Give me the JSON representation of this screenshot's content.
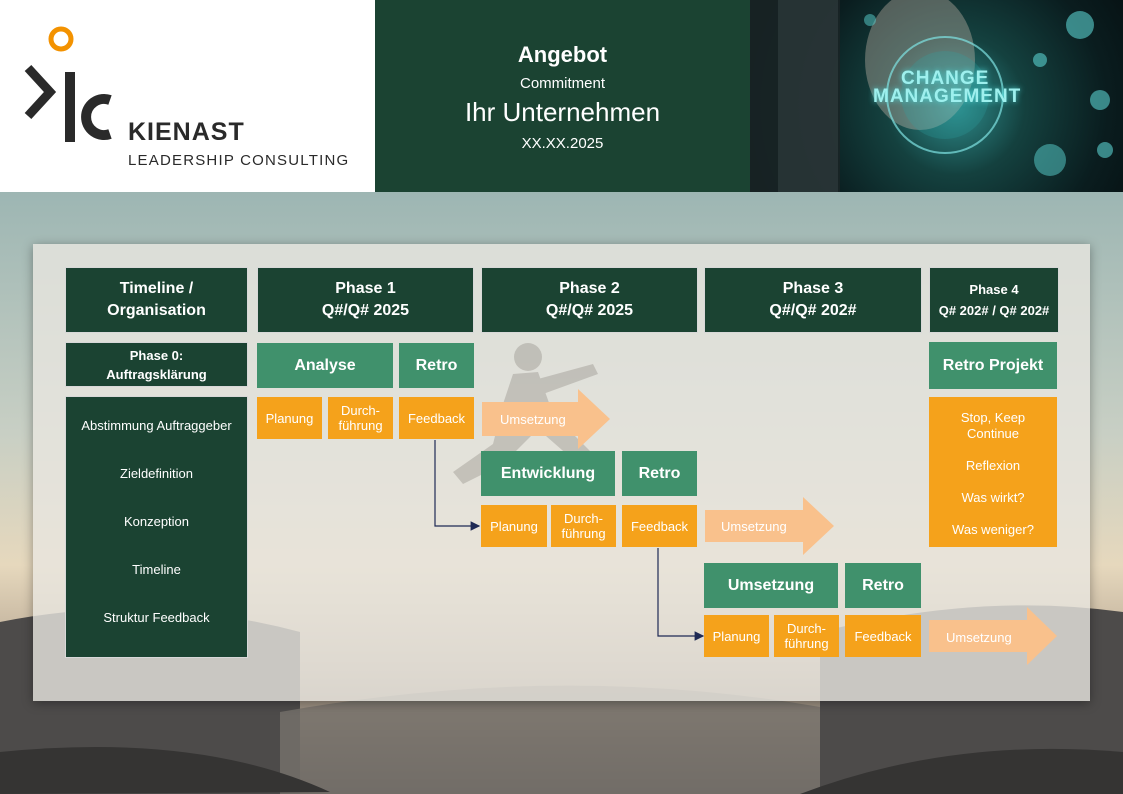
{
  "header": {
    "title": "Angebot",
    "subtitle": "Commitment",
    "company": "Ihr Unternehmen",
    "date": "XX.XX.2025",
    "brand_name": "KIENAST",
    "brand_sub": "LEADERSHIP CONSULTING",
    "photo_text_line1": "CHANGE",
    "photo_text_line2": "MANAGEMENT"
  },
  "colors": {
    "dark_green": "#1b4332",
    "mid_green": "#40916c",
    "orange": "#f5a21b",
    "light_orange": "#f9c18c",
    "logo_orange": "#f39200"
  },
  "timeline_header": "Timeline / Organisation",
  "phases": [
    {
      "name": "Phase 1",
      "period": "Q#/Q# 2025"
    },
    {
      "name": "Phase 2",
      "period": "Q#/Q# 2025"
    },
    {
      "name": "Phase 3",
      "period": "Q#/Q# 202#"
    },
    {
      "name": "Phase 4",
      "period": "Q# 202# / Q# 202#"
    }
  ],
  "phase0": {
    "title_line1": "Phase 0:",
    "title_line2": "Auftragsklärung",
    "items": [
      "Abstimmung Auftraggeber",
      "Zieldefinition",
      "Konzeption",
      "Timeline",
      "Struktur Feedback"
    ]
  },
  "rows": [
    {
      "main": "Analyse",
      "retro": "Retro",
      "steps": [
        "Planung",
        "Durch-\nführung",
        "Feedback"
      ],
      "output": "Umsetzung"
    },
    {
      "main": "Entwicklung",
      "retro": "Retro",
      "steps": [
        "Planung",
        "Durch-\nführung",
        "Feedback"
      ],
      "output": "Umsetzung"
    },
    {
      "main": "Umsetzung",
      "retro": "Retro",
      "steps": [
        "Planung",
        "Durch-\nführung",
        "Feedback"
      ],
      "output": "Umsetzung"
    }
  ],
  "retro_projekt": {
    "title": "Retro Projekt",
    "items": [
      "Stop, Keep\nContinue",
      "Reflexion",
      "Was wirkt?",
      "Was weniger?"
    ]
  }
}
